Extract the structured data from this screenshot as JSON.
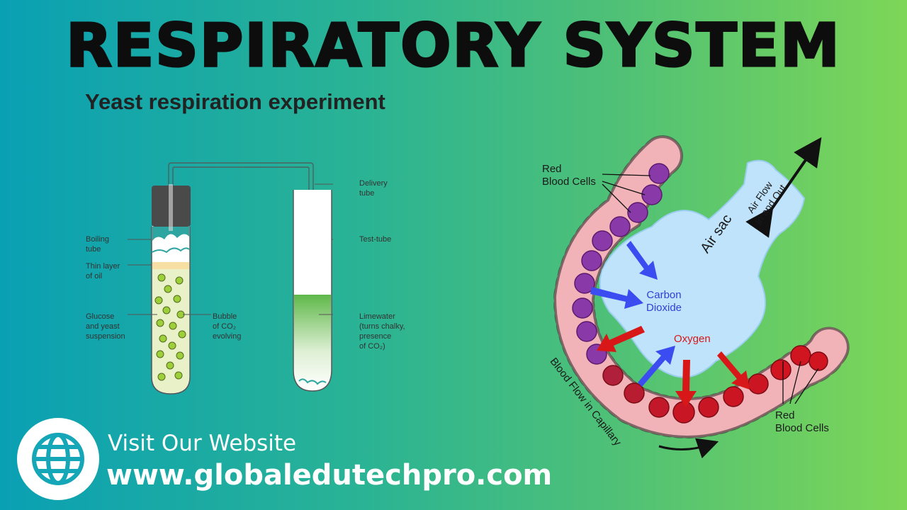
{
  "header": {
    "title": "RESPIRATORY SYSTEM",
    "subtitle": "Yeast respiration experiment"
  },
  "experiment_labels": {
    "delivery_tube": "Delivery\ntube",
    "test_tube": "Test-tube",
    "boiling_tube": "Boiling\ntube",
    "oil_layer": "Thin layer\nof oil",
    "glucose": "Glucose\nand yeast\nsuspension",
    "bubble": "Bubble\nof CO₂\nevolving",
    "limewater": "Limewater\n(turns chalky,\npresence\nof CO₂)"
  },
  "lung_labels": {
    "rbc_top": "Red\nBlood Cells",
    "rbc_bottom": "Red\nBlood Cells",
    "carbon_dioxide": "Carbon\nDioxide",
    "oxygen": "Oxygen",
    "air_sac": "Air sac",
    "air_flow": "Air Flow\nIn and Out",
    "blood_flow": "Blood Flow in Capillary"
  },
  "footer": {
    "visit_label": "Visit Our Website",
    "url": "www.globaledutechpro.com",
    "icon": "globe-icon"
  },
  "colors": {
    "gradient_start": "#0aa0b4",
    "gradient_end": "#7dd657",
    "co2_arrow": "#3b4cf0",
    "o2_arrow": "#d81818",
    "air_sac": "#bfe3fb",
    "capillary": "#f2b3b8"
  }
}
